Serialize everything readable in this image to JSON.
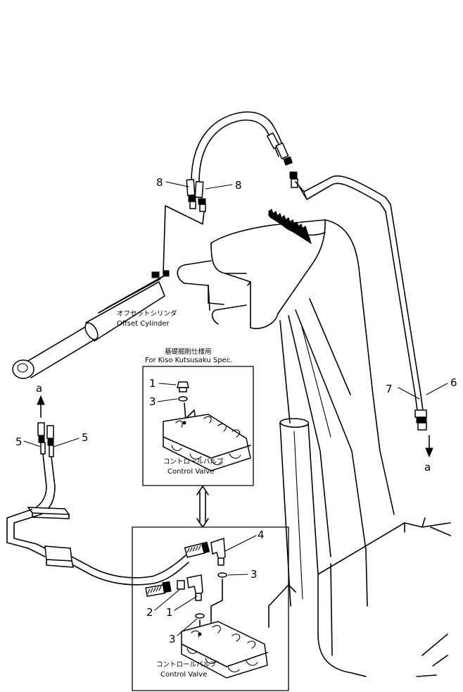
{
  "callouts": {
    "c8_left": "8",
    "c8_right": "8",
    "c7": "7",
    "c6": "6",
    "c5_left": "5",
    "c5_right": "5",
    "c1_top": "1",
    "c3_top": "3",
    "c4": "4",
    "c3_mid": "3",
    "c2": "2",
    "c1_bottom": "1",
    "c3_bottom": "3"
  },
  "connection_marks": {
    "a_left": "a",
    "a_right": "a"
  },
  "labels": {
    "offset_cylinder_jp": "オフセットシリンダ",
    "offset_cylinder_en": "Offset Cylinder",
    "kiso_spec_jp": "基礎掘削仕様用",
    "kiso_spec_en": "For Kiso Kutsusaku Spec.",
    "control_valve_top_jp": "コントロールバルブ",
    "control_valve_top_en": "Control Valve",
    "control_valve_bottom_jp": "コントロールバルブ",
    "control_valve_bottom_en": "Control Valve"
  }
}
